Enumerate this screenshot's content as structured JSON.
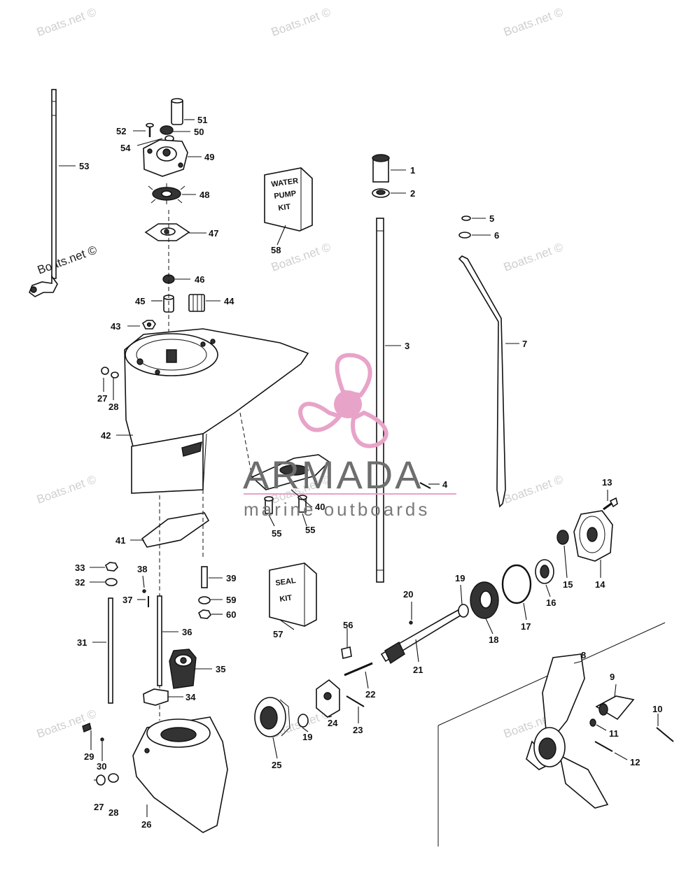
{
  "watermark": "Boats.net ©",
  "logo": {
    "title": "ARMADA",
    "subtitle": "marine outboards",
    "accent_color": "#e8a3c8",
    "title_color": "#6e6e6e"
  },
  "kits": {
    "water_pump": [
      "WATER",
      "PUMP",
      "KIT"
    ],
    "seal": [
      "SEAL",
      "KIT"
    ]
  },
  "callouts": [
    {
      "id": "1",
      "label": "1"
    },
    {
      "id": "2",
      "label": "2"
    },
    {
      "id": "3",
      "label": "3"
    },
    {
      "id": "4",
      "label": "4"
    },
    {
      "id": "5",
      "label": "5"
    },
    {
      "id": "6",
      "label": "6"
    },
    {
      "id": "7",
      "label": "7"
    },
    {
      "id": "8",
      "label": "8"
    },
    {
      "id": "9",
      "label": "9"
    },
    {
      "id": "10",
      "label": "10"
    },
    {
      "id": "11",
      "label": "11"
    },
    {
      "id": "12",
      "label": "12"
    },
    {
      "id": "13",
      "label": "13"
    },
    {
      "id": "14",
      "label": "14"
    },
    {
      "id": "15",
      "label": "15"
    },
    {
      "id": "16",
      "label": "16"
    },
    {
      "id": "17",
      "label": "17"
    },
    {
      "id": "18",
      "label": "18"
    },
    {
      "id": "19a",
      "label": "19"
    },
    {
      "id": "19b",
      "label": "19"
    },
    {
      "id": "20",
      "label": "20"
    },
    {
      "id": "21",
      "label": "21"
    },
    {
      "id": "22",
      "label": "22"
    },
    {
      "id": "23",
      "label": "23"
    },
    {
      "id": "24",
      "label": "24"
    },
    {
      "id": "25",
      "label": "25"
    },
    {
      "id": "26",
      "label": "26"
    },
    {
      "id": "27a",
      "label": "27"
    },
    {
      "id": "28a",
      "label": "28"
    },
    {
      "id": "27b",
      "label": "27"
    },
    {
      "id": "28b",
      "label": "28"
    },
    {
      "id": "29",
      "label": "29"
    },
    {
      "id": "30",
      "label": "30"
    },
    {
      "id": "31",
      "label": "31"
    },
    {
      "id": "32",
      "label": "32"
    },
    {
      "id": "33",
      "label": "33"
    },
    {
      "id": "34",
      "label": "34"
    },
    {
      "id": "35",
      "label": "35"
    },
    {
      "id": "36",
      "label": "36"
    },
    {
      "id": "37",
      "label": "37"
    },
    {
      "id": "38",
      "label": "38"
    },
    {
      "id": "39",
      "label": "39"
    },
    {
      "id": "40",
      "label": "40"
    },
    {
      "id": "41",
      "label": "41"
    },
    {
      "id": "42",
      "label": "42"
    },
    {
      "id": "43",
      "label": "43"
    },
    {
      "id": "44",
      "label": "44"
    },
    {
      "id": "45",
      "label": "45"
    },
    {
      "id": "46",
      "label": "46"
    },
    {
      "id": "47",
      "label": "47"
    },
    {
      "id": "48",
      "label": "48"
    },
    {
      "id": "49",
      "label": "49"
    },
    {
      "id": "50",
      "label": "50"
    },
    {
      "id": "51",
      "label": "51"
    },
    {
      "id": "52",
      "label": "52"
    },
    {
      "id": "53",
      "label": "53"
    },
    {
      "id": "54",
      "label": "54"
    },
    {
      "id": "55a",
      "label": "55"
    },
    {
      "id": "55b",
      "label": "55"
    },
    {
      "id": "56",
      "label": "56"
    },
    {
      "id": "57",
      "label": "57"
    },
    {
      "id": "58",
      "label": "58"
    },
    {
      "id": "59",
      "label": "59"
    },
    {
      "id": "60",
      "label": "60"
    }
  ]
}
